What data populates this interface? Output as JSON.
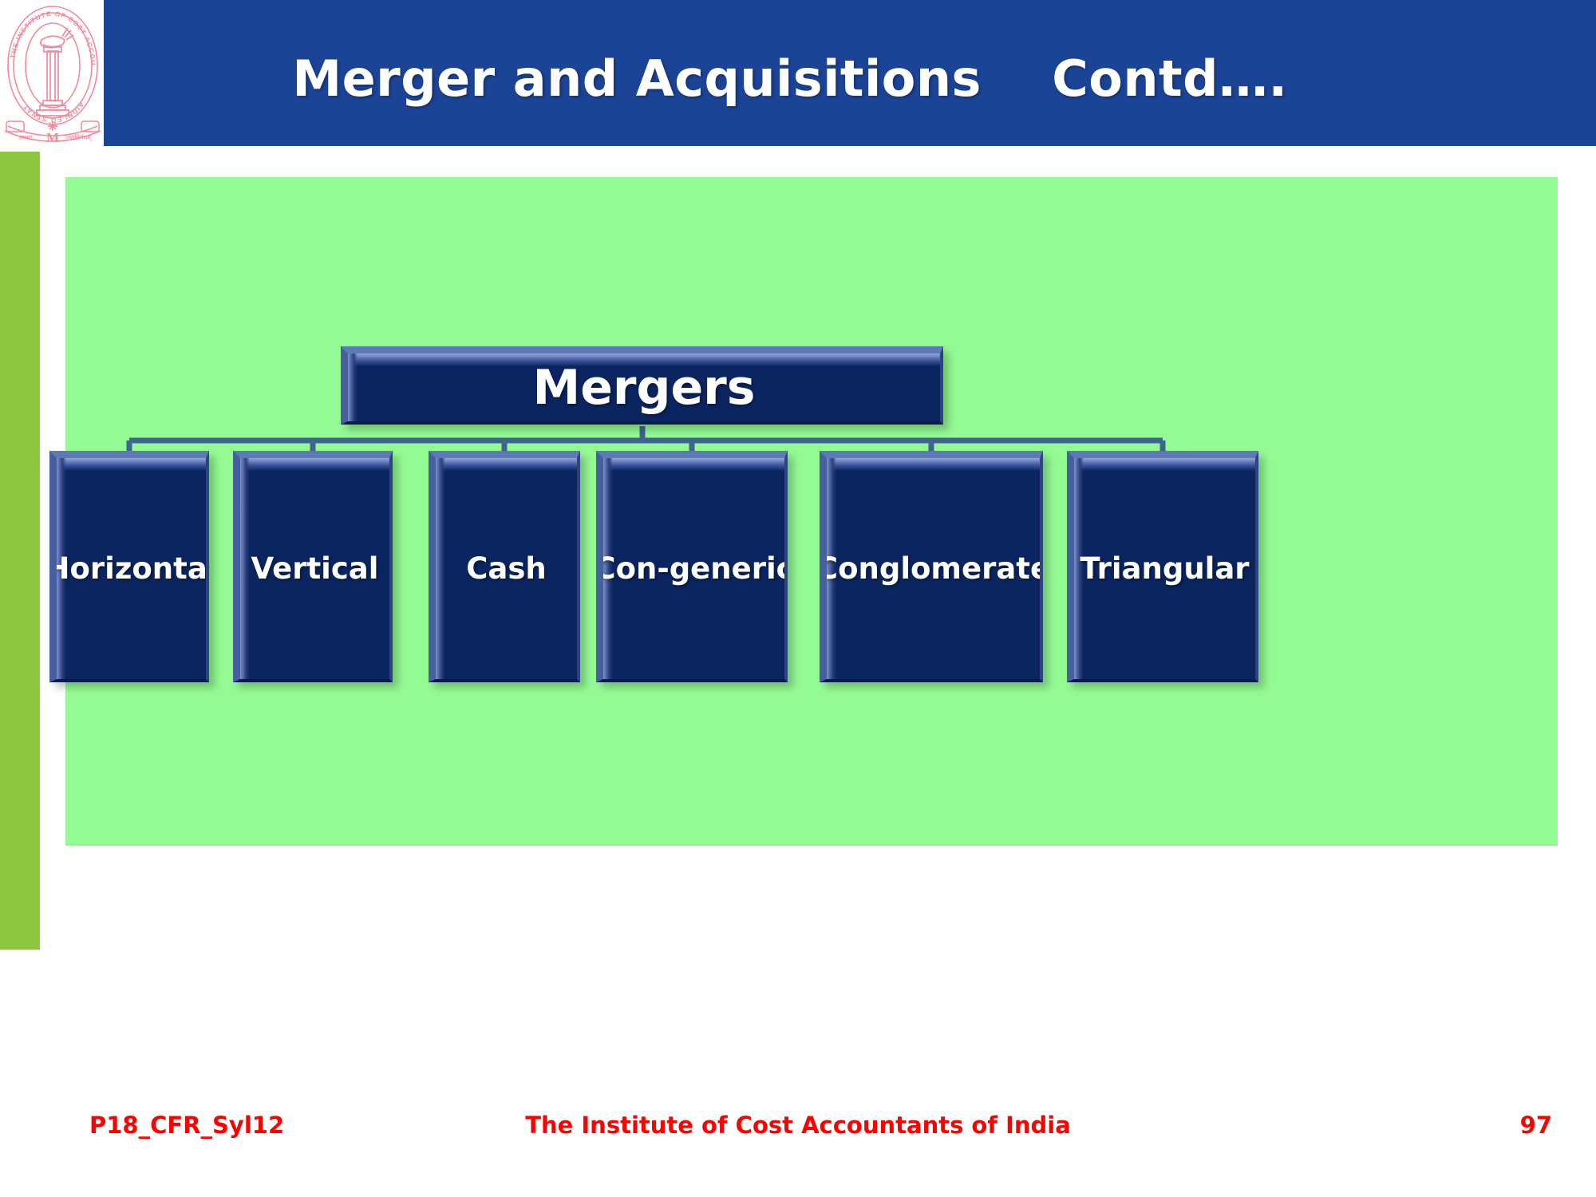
{
  "slide": {
    "title": "Merger and Acquisitions    Contd….",
    "header_color": "#1B4497",
    "panel_color": "#94FA94",
    "accent_bar_color": "#8CC641",
    "node_color": "#0A2560",
    "node_bevel_color": "#5E79B8",
    "footer_color": "#FF0000"
  },
  "logo": {
    "name": "institute-of-cost-accountants-of-india-seal",
    "outer_text": "THE INSTITUTE OF COST ACCOUNTANTS OF INDIA",
    "monogram": "M",
    "color": "#F4899A"
  },
  "chart_data": {
    "type": "diagram",
    "layout": "org-chart",
    "title": "Mergers",
    "root": {
      "label": "Mergers"
    },
    "children": [
      {
        "label": "Horizontal"
      },
      {
        "label": "Vertical"
      },
      {
        "label": "Cash"
      },
      {
        "label": "Con-generic"
      },
      {
        "label": "Conglomerate"
      },
      {
        "label": "Triangular"
      }
    ],
    "connector_color": "#3F6490",
    "node_fill": "#0A2560",
    "node_text_color": "#FFFFFF",
    "background": "#94FA94"
  },
  "footer": {
    "code": "P18_CFR_Syl12",
    "center": "The Institute of Cost Accountants of India",
    "page": "97"
  }
}
